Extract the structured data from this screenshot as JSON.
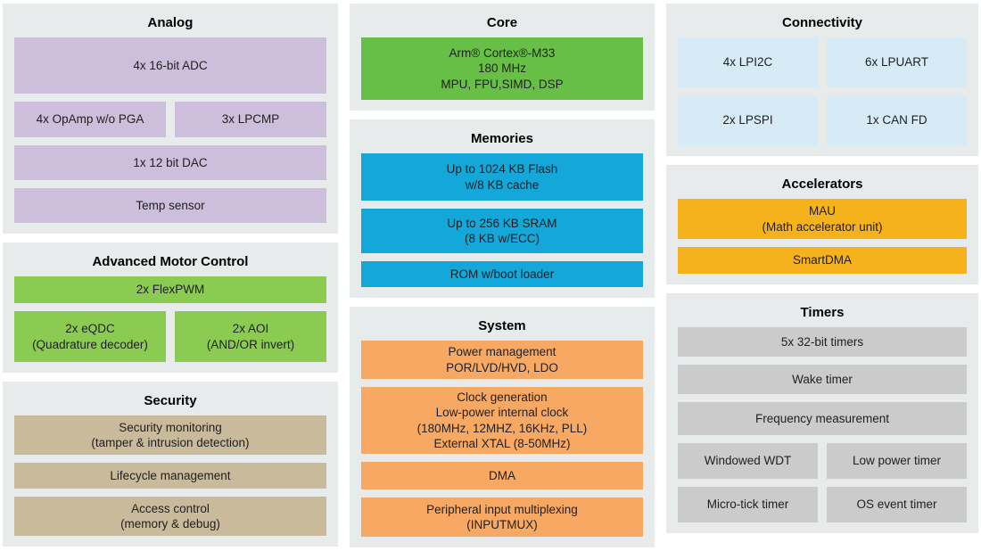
{
  "palette": {
    "page_bg": "#ffffff",
    "panel_bg": "#e8ebec",
    "analog_block": "#cdbedb",
    "motor_block": "#8bcb52",
    "security_block": "#c9ba9c",
    "core_block": "#68bf46",
    "memories_block": "#14a7d9",
    "system_block": "#f7a964",
    "connectivity_block": "#d7ebf6",
    "accelerators_block": "#f5b21d",
    "timers_block": "#cbcbcb",
    "text": "#1f1f1f"
  },
  "analog": {
    "title": "Analog",
    "adc": "4x 16-bit ADC",
    "opamp": "4x OpAmp w/o PGA",
    "lpcmp": "3x LPCMP",
    "dac": "1x 12 bit DAC",
    "temp": "Temp sensor"
  },
  "motor_control": {
    "title": "Advanced Motor Control",
    "flexpwm": "2x FlexPWM",
    "eqdc": [
      "2x eQDC",
      "(Quadrature decoder)"
    ],
    "aoi": [
      "2x AOI",
      "(AND/OR invert)"
    ]
  },
  "security": {
    "title": "Security",
    "monitoring": [
      "Security monitoring",
      "(tamper & intrusion detection)"
    ],
    "lifecycle": "Lifecycle management",
    "access": [
      "Access control",
      "(memory & debug)"
    ]
  },
  "core": {
    "title": "Core",
    "cpu": [
      "Arm® Cortex®-M33",
      "180 MHz",
      "MPU, FPU,SIMD, DSP"
    ]
  },
  "memories": {
    "title": "Memories",
    "flash": [
      "Up to 1024 KB Flash",
      "w/8 KB cache"
    ],
    "sram": [
      "Up to 256 KB SRAM",
      "(8 KB w/ECC)"
    ],
    "rom": "ROM w/boot loader"
  },
  "system": {
    "title": "System",
    "power": [
      "Power management",
      "POR/LVD/HVD, LDO"
    ],
    "clock": [
      "Clock generation",
      "Low-power internal clock",
      "(180MHz, 12MHZ, 16KHz, PLL)",
      "External XTAL (8-50MHz)"
    ],
    "dma": "DMA",
    "inputmux": [
      "Peripheral input multiplexing",
      "(INPUTMUX)"
    ]
  },
  "connectivity": {
    "title": "Connectivity",
    "lpi2c": "4x LPI2C",
    "lpuart": "6x LPUART",
    "lpspi": "2x LPSPI",
    "canfd": "1x CAN FD"
  },
  "accelerators": {
    "title": "Accelerators",
    "mau": [
      "MAU",
      "(Math accelerator unit)"
    ],
    "smartdma": "SmartDMA"
  },
  "timers": {
    "title": "Timers",
    "timers32": "5x 32-bit timers",
    "wake": "Wake timer",
    "freq": "Frequency measurement",
    "wdt": "Windowed WDT",
    "lowpower": "Low power timer",
    "microtick": "Micro-tick timer",
    "osevent": "OS event timer"
  }
}
